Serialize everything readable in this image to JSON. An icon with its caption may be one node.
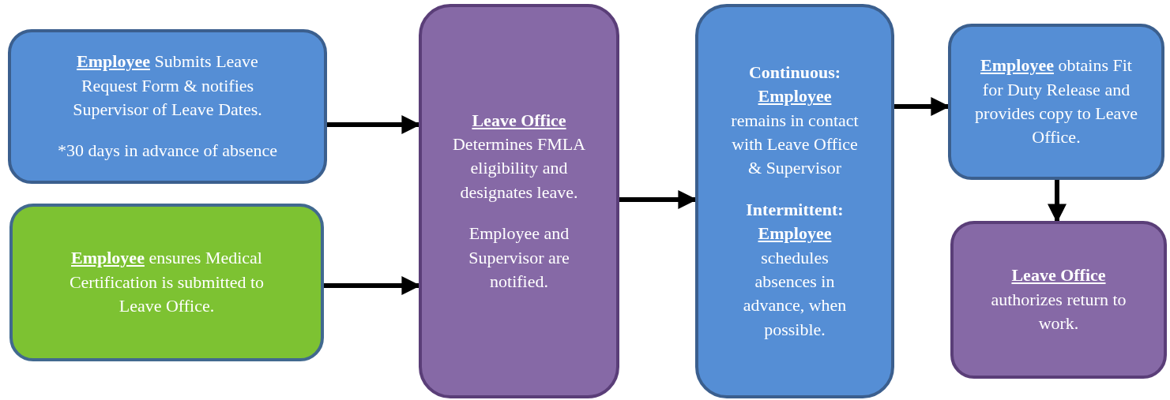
{
  "diagram": {
    "nodes": [
      {
        "text": [
          "**Employee** Submits Leave Request Form & notifies Supervisor of Leave Dates.",
          "*30 days in advance of absence"
        ]
      },
      {
        "text": [
          "**Employee** ensures Medical Certification is submitted to Leave Office."
        ]
      },
      {
        "text": [
          "**Leave Office** Determines FMLA eligibility and designates leave.",
          "Employee and Supervisor are notified."
        ]
      },
      {
        "text": [
          "**Continuous:** **Employee** remains in contact with Leave Office & Supervisor",
          "**Intermittent:** **Employee** schedules absences in advance, when possible."
        ]
      },
      {
        "text": [
          "**Employee** obtains Fit for Duty Release and provides copy to Leave Office."
        ]
      },
      {
        "text": [
          "**Leave Office** authorizes return to work."
        ]
      }
    ],
    "edges": [
      {
        "from": 0,
        "to": 2,
        "arrow": "to"
      },
      {
        "from": 1,
        "to": 2,
        "arrow": "to"
      },
      {
        "from": 2,
        "to": 3,
        "arrow": "to"
      },
      {
        "from": 3,
        "to": 4,
        "arrow": "to"
      },
      {
        "from": 4,
        "to": 5,
        "arrow": "to"
      }
    ]
  }
}
